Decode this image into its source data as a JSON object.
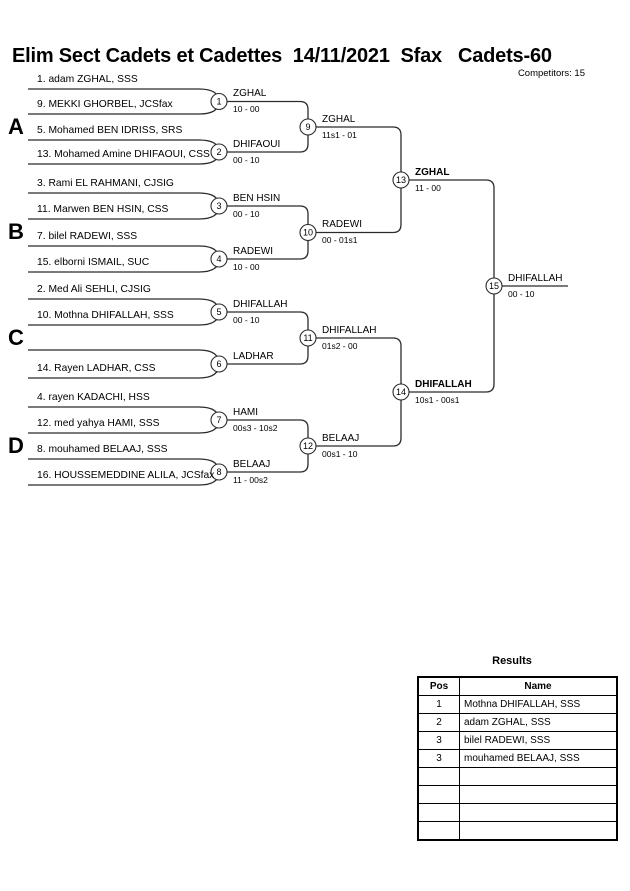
{
  "header": {
    "title": "Elim Sect Cadets et Cadettes  14/11/2021  Sfax   Cadets-60",
    "competitors": "Competitors: 15"
  },
  "sections": [
    {
      "label": "A"
    },
    {
      "label": "B"
    },
    {
      "label": "C"
    },
    {
      "label": "D"
    }
  ],
  "bracket": {
    "slots": [
      "1. adam ZGHAL, SSS",
      "9. MEKKI GHORBEL, JCSfax",
      "5. Mohamed BEN IDRISS, SRS",
      "13. Mohamed Amine DHIFAOUI, CSS",
      "3. Rami EL RAHMANI, CJSIG",
      "11. Marwen BEN HSIN, CSS",
      "7. bilel RADEWI, SSS",
      "15. elborni ISMAIL, SUC",
      "2. Med Ali SEHLI, CJSIG",
      "10. Mothna DHIFALLAH, SSS",
      "",
      "14. Rayen LADHAR, CSS",
      "4. rayen KADACHI, HSS",
      "12. med yahya HAMI, SSS",
      "8. mouhamed BELAAJ, SSS",
      "16. HOUSSEMEDDINE ALILA, JCSfax"
    ],
    "matches": [
      {
        "number": "1",
        "winner": "ZGHAL",
        "score": "10 - 00"
      },
      {
        "number": "2",
        "winner": "DHIFAOUI",
        "score": "00 - 10"
      },
      {
        "number": "3",
        "winner": "BEN HSIN",
        "score": "00 - 10"
      },
      {
        "number": "4",
        "winner": "RADEWI",
        "score": "10 - 00"
      },
      {
        "number": "5",
        "winner": "DHIFALLAH",
        "score": "00 - 10"
      },
      {
        "number": "6",
        "winner": "LADHAR",
        "score": ""
      },
      {
        "number": "7",
        "winner": "HAMI",
        "score": "00s3 - 10s2"
      },
      {
        "number": "8",
        "winner": "BELAAJ",
        "score": "11 - 00s2"
      },
      {
        "number": "9",
        "winner": "ZGHAL",
        "score": "11s1 - 01"
      },
      {
        "number": "10",
        "winner": "RADEWI",
        "score": "00 - 01s1"
      },
      {
        "number": "11",
        "winner": "DHIFALLAH",
        "score": "01s2 - 00"
      },
      {
        "number": "12",
        "winner": "BELAAJ",
        "score": "00s1 - 10"
      },
      {
        "number": "13",
        "winner": "ZGHAL",
        "score": "11 - 00"
      },
      {
        "number": "14",
        "winner": "DHIFALLAH",
        "score": "10s1 - 00s1"
      },
      {
        "number": "15",
        "winner": "DHIFALLAH",
        "score": "00 - 10"
      }
    ]
  },
  "results": {
    "title": "Results",
    "columns": [
      "Pos",
      "Name"
    ],
    "rows": [
      {
        "pos": "1",
        "name": "Mothna DHIFALLAH, SSS"
      },
      {
        "pos": "2",
        "name": "adam ZGHAL, SSS"
      },
      {
        "pos": "3",
        "name": "bilel RADEWI, SSS"
      },
      {
        "pos": "3",
        "name": "mouhamed BELAAJ, SSS"
      },
      {
        "pos": "",
        "name": ""
      },
      {
        "pos": "",
        "name": ""
      },
      {
        "pos": "",
        "name": ""
      },
      {
        "pos": "",
        "name": ""
      }
    ]
  },
  "colors": {
    "line": "#2b2b2b",
    "text": "#000000",
    "background": "#ffffff"
  }
}
